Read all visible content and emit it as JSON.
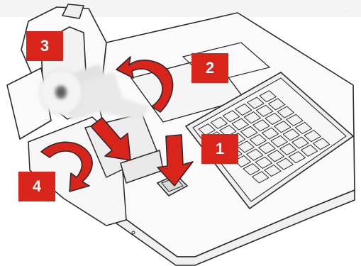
{
  "steps": [
    {
      "label": "1",
      "action": "press-release-button"
    },
    {
      "label": "2",
      "action": "open-cover"
    },
    {
      "label": "3",
      "action": "insert-paper-roll"
    },
    {
      "label": "4",
      "action": "close-cover"
    }
  ],
  "colors": {
    "accent": "#d9241c",
    "outline": "#2a2a2a",
    "background": "#ffffff",
    "device_fill": "#fafafa",
    "key_fill": "#f2f2f2"
  }
}
